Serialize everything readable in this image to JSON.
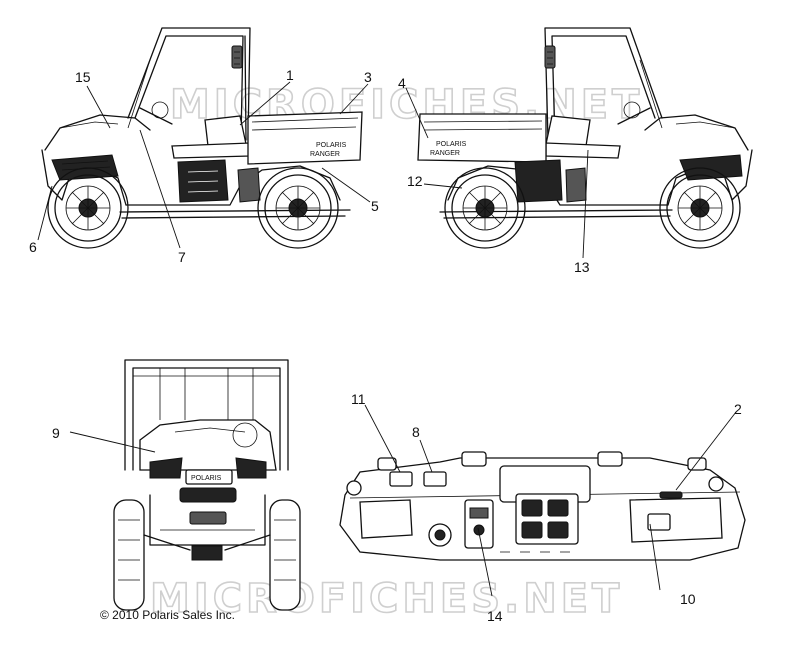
{
  "watermark": "MICROFICHES.NET",
  "copyright": "© 2010 Polaris Sales Inc.",
  "decal_texts": {
    "brand": "POLARIS",
    "model": "RANGER"
  },
  "callouts": {
    "c1": "1",
    "c2": "2",
    "c3": "3",
    "c4": "4",
    "c5": "5",
    "c6": "6",
    "c7": "7",
    "c8": "8",
    "c9": "9",
    "c10": "10",
    "c11": "11",
    "c12": "12",
    "c13": "13",
    "c14": "14",
    "c15": "15"
  }
}
